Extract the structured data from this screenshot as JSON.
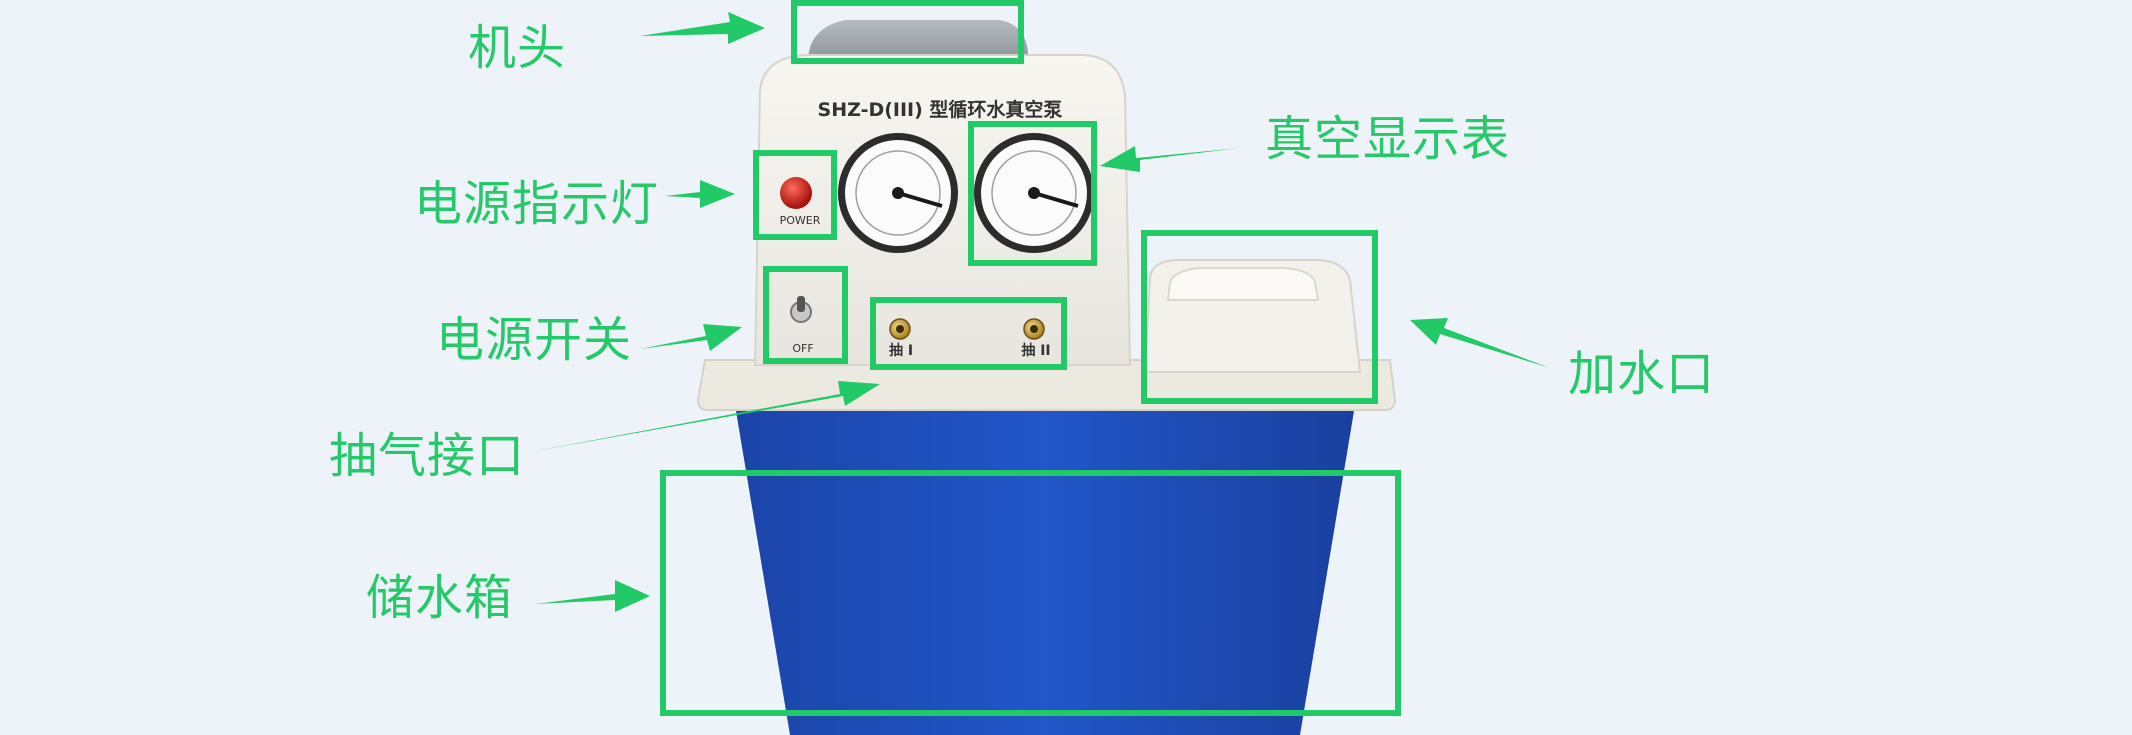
{
  "device": {
    "model_title": "SHZ-D(III) 型循环水真空泵",
    "power_label": "POWER",
    "switch_label": "OFF",
    "port1_label": "抽 I",
    "port2_label": "抽 II"
  },
  "callouts": [
    {
      "id": "head",
      "text": "机头"
    },
    {
      "id": "vacuum-gauge",
      "text": "真空显示表"
    },
    {
      "id": "power-indicator",
      "text": "电源指示灯"
    },
    {
      "id": "power-switch",
      "text": "电源开关"
    },
    {
      "id": "water-inlet",
      "text": "加水口"
    },
    {
      "id": "suction-port",
      "text": "抽气接口"
    },
    {
      "id": "water-tank",
      "text": "储水箱"
    }
  ],
  "colors": {
    "annotation": "#22c967",
    "tank_blue": "#1f4fc0",
    "body_white": "#f2f0ea",
    "background": "#eef3f9"
  }
}
